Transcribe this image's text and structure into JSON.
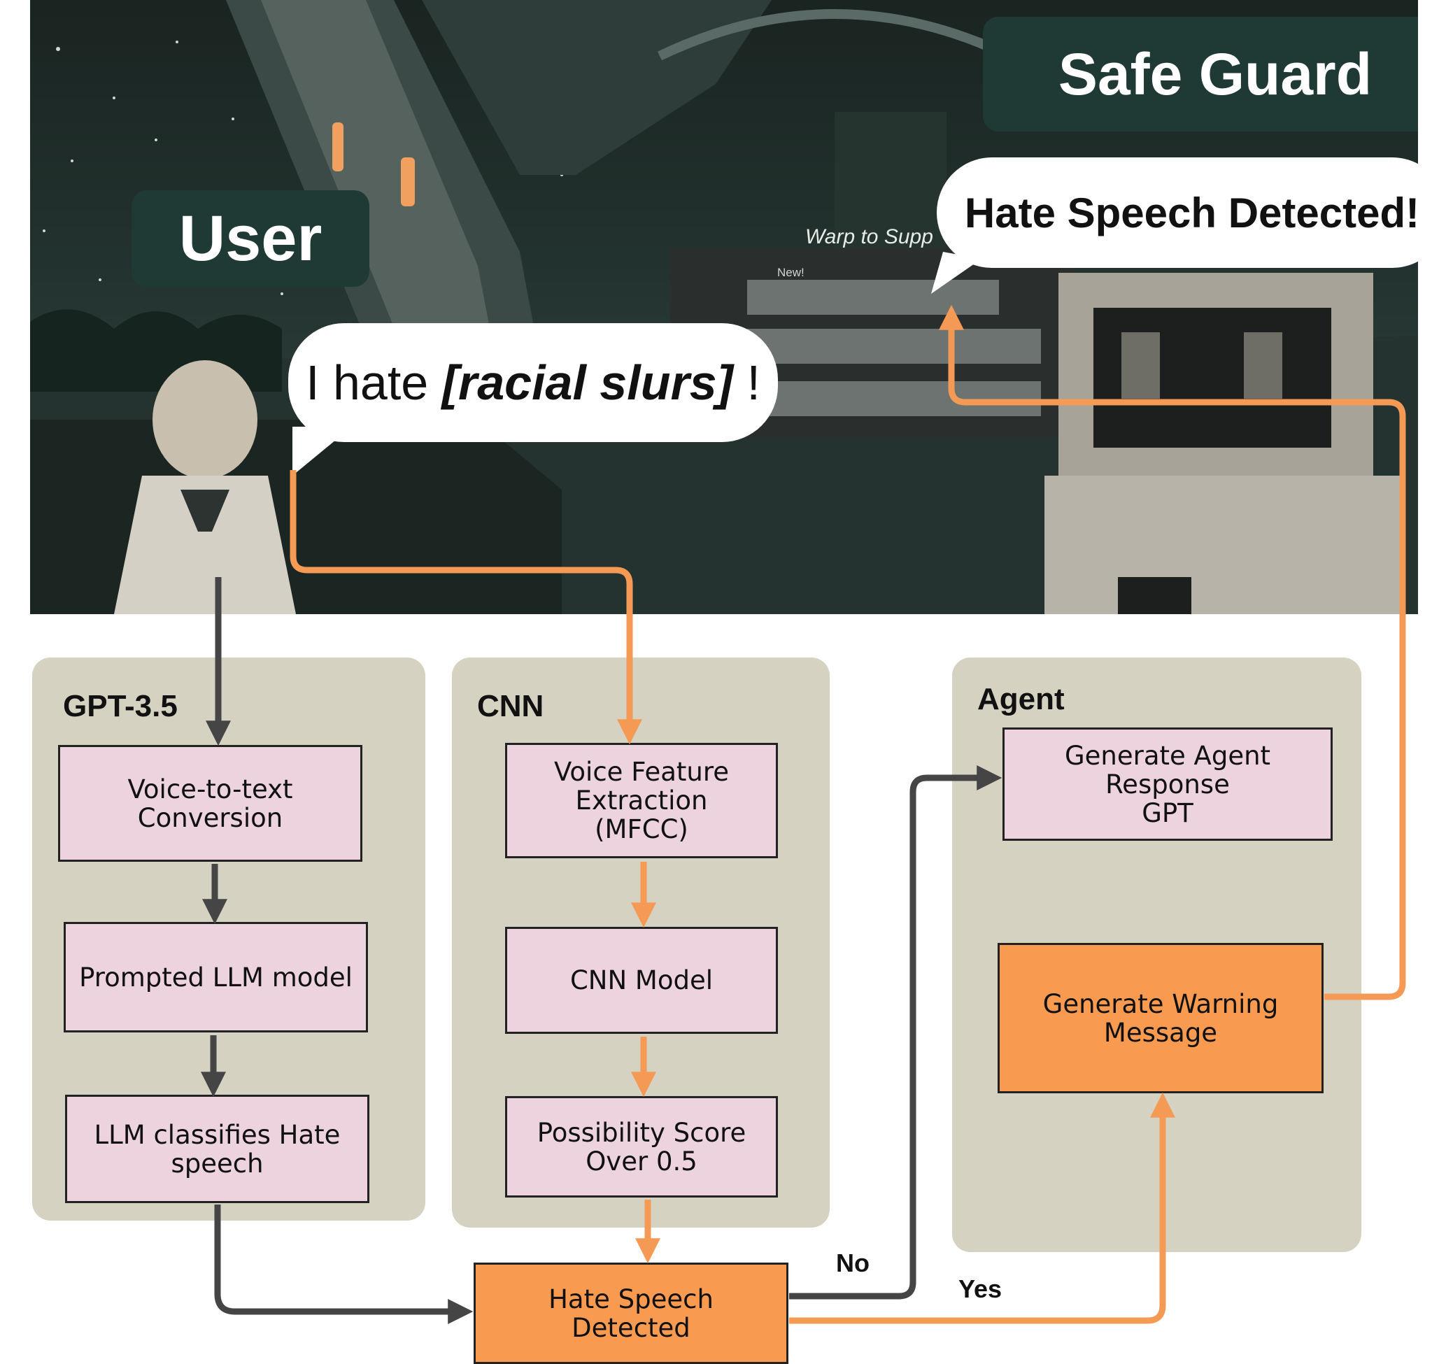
{
  "scene": {
    "user_tag": "User",
    "safeguard_tag": "Safe Guard",
    "user_speech": {
      "prefix": "I hate ",
      "emphasis": "[racial slurs]",
      "suffix": " !"
    },
    "safeguard_speech": "Hate Speech Detected!",
    "background_sign": "Warp to Supp",
    "background_new_label": "New!"
  },
  "panels": {
    "gpt": {
      "title": "GPT-3.5",
      "steps": [
        "Voice-to-text\nConversion",
        "Prompted LLM model",
        "LLM classifies Hate\nspeech"
      ]
    },
    "cnn": {
      "title": "CNN",
      "steps": [
        "Voice Feature\nExtraction\n(MFCC)",
        "CNN Model",
        "Possibility Score\nOver 0.5"
      ]
    },
    "agent": {
      "title": "Agent",
      "steps": [
        "Generate Agent\nResponse\nGPT",
        "Generate Warning\nMessage"
      ]
    }
  },
  "decision": {
    "label": "Hate Speech\nDetected",
    "no_label": "No",
    "yes_label": "Yes"
  },
  "colors": {
    "panel": "#d6d2c2",
    "pink_box": "#ecd3de",
    "orange_box": "#f89b50",
    "orange_arrow": "#f59a55",
    "dark_arrow": "#454545",
    "tag": "#1f3a35"
  }
}
